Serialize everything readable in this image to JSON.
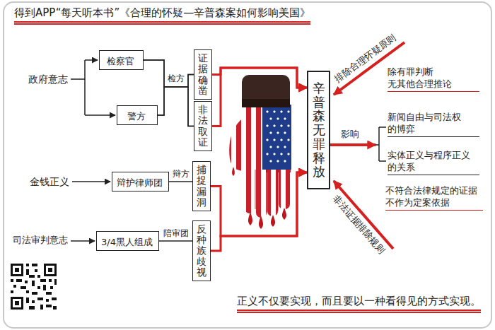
{
  "diagram": {
    "title": "得到APP“每天听本书”《合理的怀疑—辛普森案如何影响美国》",
    "caption": "正义不仅要实现，而且要以一种看得见的方式实现。",
    "nodes": [
      {
        "text": [
          "检察官"
        ]
      },
      {
        "text": [
          "警方"
        ]
      },
      {
        "text": [
          "证据确凿"
        ]
      },
      {
        "text": [
          "非法取证"
        ]
      },
      {
        "text": [
          "辩护律师团"
        ]
      },
      {
        "text": [
          "捕捉漏洞"
        ]
      },
      {
        "text": [
          "3/4黑人组成"
        ]
      },
      {
        "text": [
          "反种族歧视"
        ]
      },
      {
        "text": [
          "辛普森无罪释放"
        ]
      }
    ],
    "edges": [
      {
        "from": 0,
        "to": 2,
        "arrow": "none"
      },
      {
        "from": 0,
        "to": 3,
        "arrow": "none"
      },
      {
        "from": 1,
        "to": 2,
        "arrow": "none"
      },
      {
        "from": 1,
        "to": 3,
        "arrow": "none"
      },
      {
        "from": 4,
        "to": 5,
        "label": "辩方",
        "arrow": "none"
      },
      {
        "from": 6,
        "to": 7,
        "label": "陪审团",
        "arrow": "none"
      },
      {
        "from": 2,
        "to": 8,
        "arrow": "to"
      },
      {
        "from": 3,
        "to": 8,
        "arrow": "to"
      },
      {
        "from": 5,
        "to": 8,
        "arrow": "to"
      },
      {
        "from": 7,
        "to": 8,
        "arrow": "to"
      }
    ],
    "labels": [
      "政府意志",
      "检方",
      "金钱正义",
      "司法审判意志",
      "排除合理怀疑原则",
      "除有罪判断 无其他合理推论",
      "影响",
      "新闻自由与司法权 的博弈",
      "实体正义与程序正义 的关系",
      "非法证据排除规则",
      "不符合法律规定的证据 不作为定案依据"
    ]
  }
}
